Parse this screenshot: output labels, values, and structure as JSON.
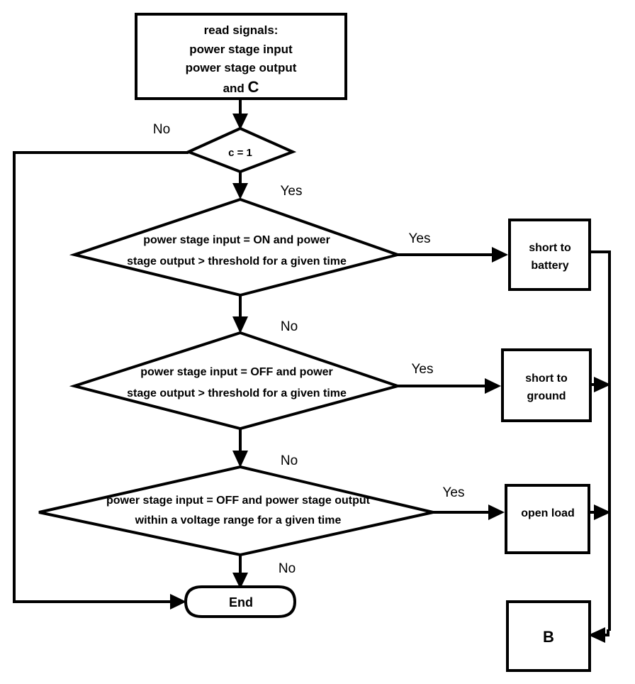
{
  "diagram": {
    "title": "Power stage fault diagnosis flowchart",
    "colors": {
      "stroke": "#000000",
      "fill": "#ffffff",
      "background": "#ffffff"
    },
    "nodes": {
      "read_signals": {
        "type": "process",
        "line1": "read signals:",
        "line2": "power stage input",
        "line3": "power stage output",
        "line4_prefix": "and ",
        "line4_symbol": "C"
      },
      "c_check": {
        "type": "decision",
        "text": "c = 1"
      },
      "short_battery_check": {
        "type": "decision",
        "line1": "power stage input = ON and power",
        "line2": "stage output > threshold for a given time"
      },
      "short_ground_check": {
        "type": "decision",
        "line1": "power stage input = OFF and power",
        "line2": "stage output > threshold for a given time"
      },
      "open_load_check": {
        "type": "decision",
        "line1": "power stage input = OFF and power stage output",
        "line2": "within a voltage range for a given time"
      },
      "short_to_battery": {
        "type": "process",
        "line1": "short to",
        "line2": "battery"
      },
      "short_to_ground": {
        "type": "process",
        "line1": "short to",
        "line2": "ground"
      },
      "open_load": {
        "type": "process",
        "line1": "open load"
      },
      "end_terminal": {
        "type": "terminator",
        "text": "End"
      },
      "connector_b": {
        "type": "connector",
        "text": "B"
      }
    },
    "edge_labels": {
      "c_no": "No",
      "c_yes": "Yes",
      "battery_yes": "Yes",
      "battery_no": "No",
      "ground_yes": "Yes",
      "ground_no": "No",
      "openload_yes": "Yes",
      "openload_no": "No"
    }
  }
}
